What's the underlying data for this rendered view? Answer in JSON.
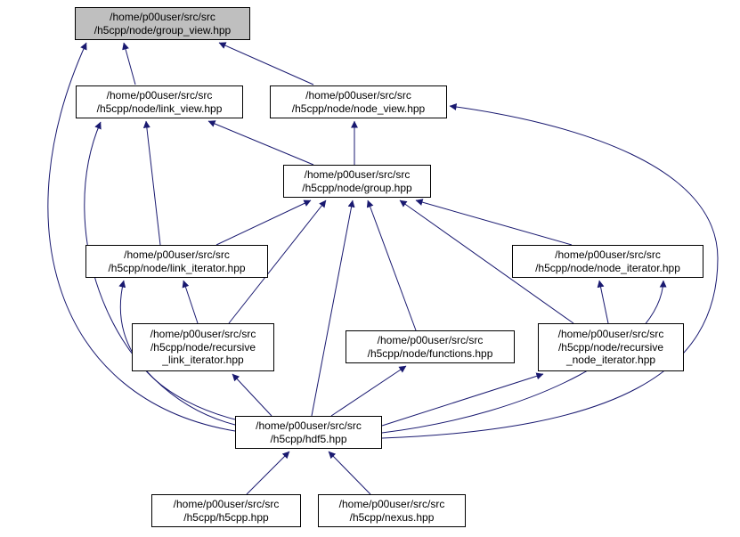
{
  "diagram": {
    "type": "doxygen-included-by-dependency-graph",
    "edge_color": "#191970",
    "node_border_color": "#000000",
    "highlight_fill": "#bfbfbf",
    "nodes": [
      {
        "id": "group_view",
        "highlighted": true,
        "lines": [
          "/home/p00user/src/src",
          "/h5cpp/node/group_view.hpp"
        ]
      },
      {
        "id": "link_view",
        "highlighted": false,
        "lines": [
          "/home/p00user/src/src",
          "/h5cpp/node/link_view.hpp"
        ]
      },
      {
        "id": "node_view",
        "highlighted": false,
        "lines": [
          "/home/p00user/src/src",
          "/h5cpp/node/node_view.hpp"
        ]
      },
      {
        "id": "group",
        "highlighted": false,
        "lines": [
          "/home/p00user/src/src",
          "/h5cpp/node/group.hpp"
        ]
      },
      {
        "id": "link_iterator",
        "highlighted": false,
        "lines": [
          "/home/p00user/src/src",
          "/h5cpp/node/link_iterator.hpp"
        ]
      },
      {
        "id": "node_iterator",
        "highlighted": false,
        "lines": [
          "/home/p00user/src/src",
          "/h5cpp/node/node_iterator.hpp"
        ]
      },
      {
        "id": "recursive_link_iterator",
        "highlighted": false,
        "lines": [
          "/home/p00user/src/src",
          "/h5cpp/node/recursive",
          "_link_iterator.hpp"
        ]
      },
      {
        "id": "functions",
        "highlighted": false,
        "lines": [
          "/home/p00user/src/src",
          "/h5cpp/node/functions.hpp"
        ]
      },
      {
        "id": "recursive_node_iterator",
        "highlighted": false,
        "lines": [
          "/home/p00user/src/src",
          "/h5cpp/node/recursive",
          "_node_iterator.hpp"
        ]
      },
      {
        "id": "hdf5",
        "highlighted": false,
        "lines": [
          "/home/p00user/src/src",
          "/h5cpp/hdf5.hpp"
        ]
      },
      {
        "id": "h5cpp",
        "highlighted": false,
        "lines": [
          "/home/p00user/src/src",
          "/h5cpp/h5cpp.hpp"
        ]
      },
      {
        "id": "nexus",
        "highlighted": false,
        "lines": [
          "/home/p00user/src/src",
          "/h5cpp/nexus.hpp"
        ]
      }
    ],
    "edges": [
      {
        "from": "link_view",
        "to": "group_view"
      },
      {
        "from": "node_view",
        "to": "group_view"
      },
      {
        "from": "group",
        "to": "link_view"
      },
      {
        "from": "group",
        "to": "node_view"
      },
      {
        "from": "link_iterator",
        "to": "link_view"
      },
      {
        "from": "link_iterator",
        "to": "group"
      },
      {
        "from": "node_iterator",
        "to": "group"
      },
      {
        "from": "recursive_link_iterator",
        "to": "link_iterator"
      },
      {
        "from": "recursive_link_iterator",
        "to": "group"
      },
      {
        "from": "functions",
        "to": "group"
      },
      {
        "from": "recursive_node_iterator",
        "to": "node_iterator"
      },
      {
        "from": "recursive_node_iterator",
        "to": "group"
      },
      {
        "from": "hdf5",
        "to": "group_view"
      },
      {
        "from": "hdf5",
        "to": "link_view"
      },
      {
        "from": "hdf5",
        "to": "node_view"
      },
      {
        "from": "hdf5",
        "to": "group"
      },
      {
        "from": "hdf5",
        "to": "link_iterator"
      },
      {
        "from": "hdf5",
        "to": "node_iterator"
      },
      {
        "from": "hdf5",
        "to": "recursive_link_iterator"
      },
      {
        "from": "hdf5",
        "to": "functions"
      },
      {
        "from": "hdf5",
        "to": "recursive_node_iterator"
      },
      {
        "from": "h5cpp",
        "to": "hdf5"
      },
      {
        "from": "nexus",
        "to": "hdf5"
      }
    ]
  }
}
